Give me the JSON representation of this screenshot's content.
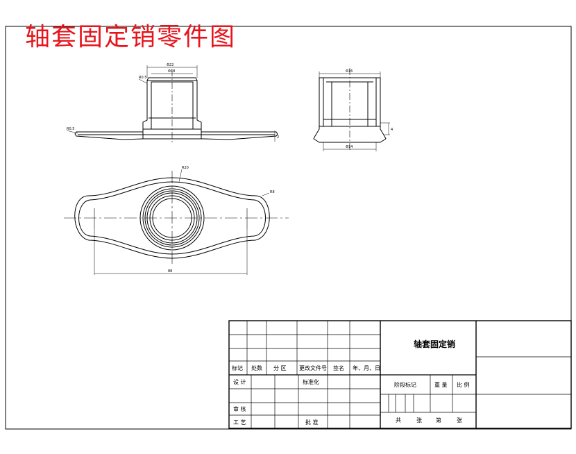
{
  "page": {
    "title": "轴套固定销零件图",
    "title_color": "#e8141c",
    "line_color": "#000000"
  },
  "views": {
    "front_view": {
      "dims": {
        "top_outer": "Φ22",
        "top_inner": "Φ18",
        "wall": "R0.5",
        "base_left": "R0.5",
        "base_right": "2"
      }
    },
    "side_view": {
      "dims": {
        "top": "Φ16",
        "bottom": "Φ14",
        "height": "4"
      }
    },
    "plan_view": {
      "dims": {
        "outer_radius": "R20",
        "end_radius": "R8",
        "span": "88"
      }
    }
  },
  "title_block": {
    "part_name": "轴套固定销",
    "rev_headers": [
      "标记",
      "处数",
      "分 区",
      "更改文件号",
      "签名",
      "年、月、日"
    ],
    "designer_label": "设 计",
    "standardization_label": "标准化",
    "check_label": "审 核",
    "process_label": "工 艺",
    "approve_label": "批 准",
    "stage_label": "阶段标记",
    "weight_label": "重 量",
    "scale_label": "比 例",
    "sheets_label": [
      "共",
      "张",
      "第",
      "张"
    ]
  }
}
